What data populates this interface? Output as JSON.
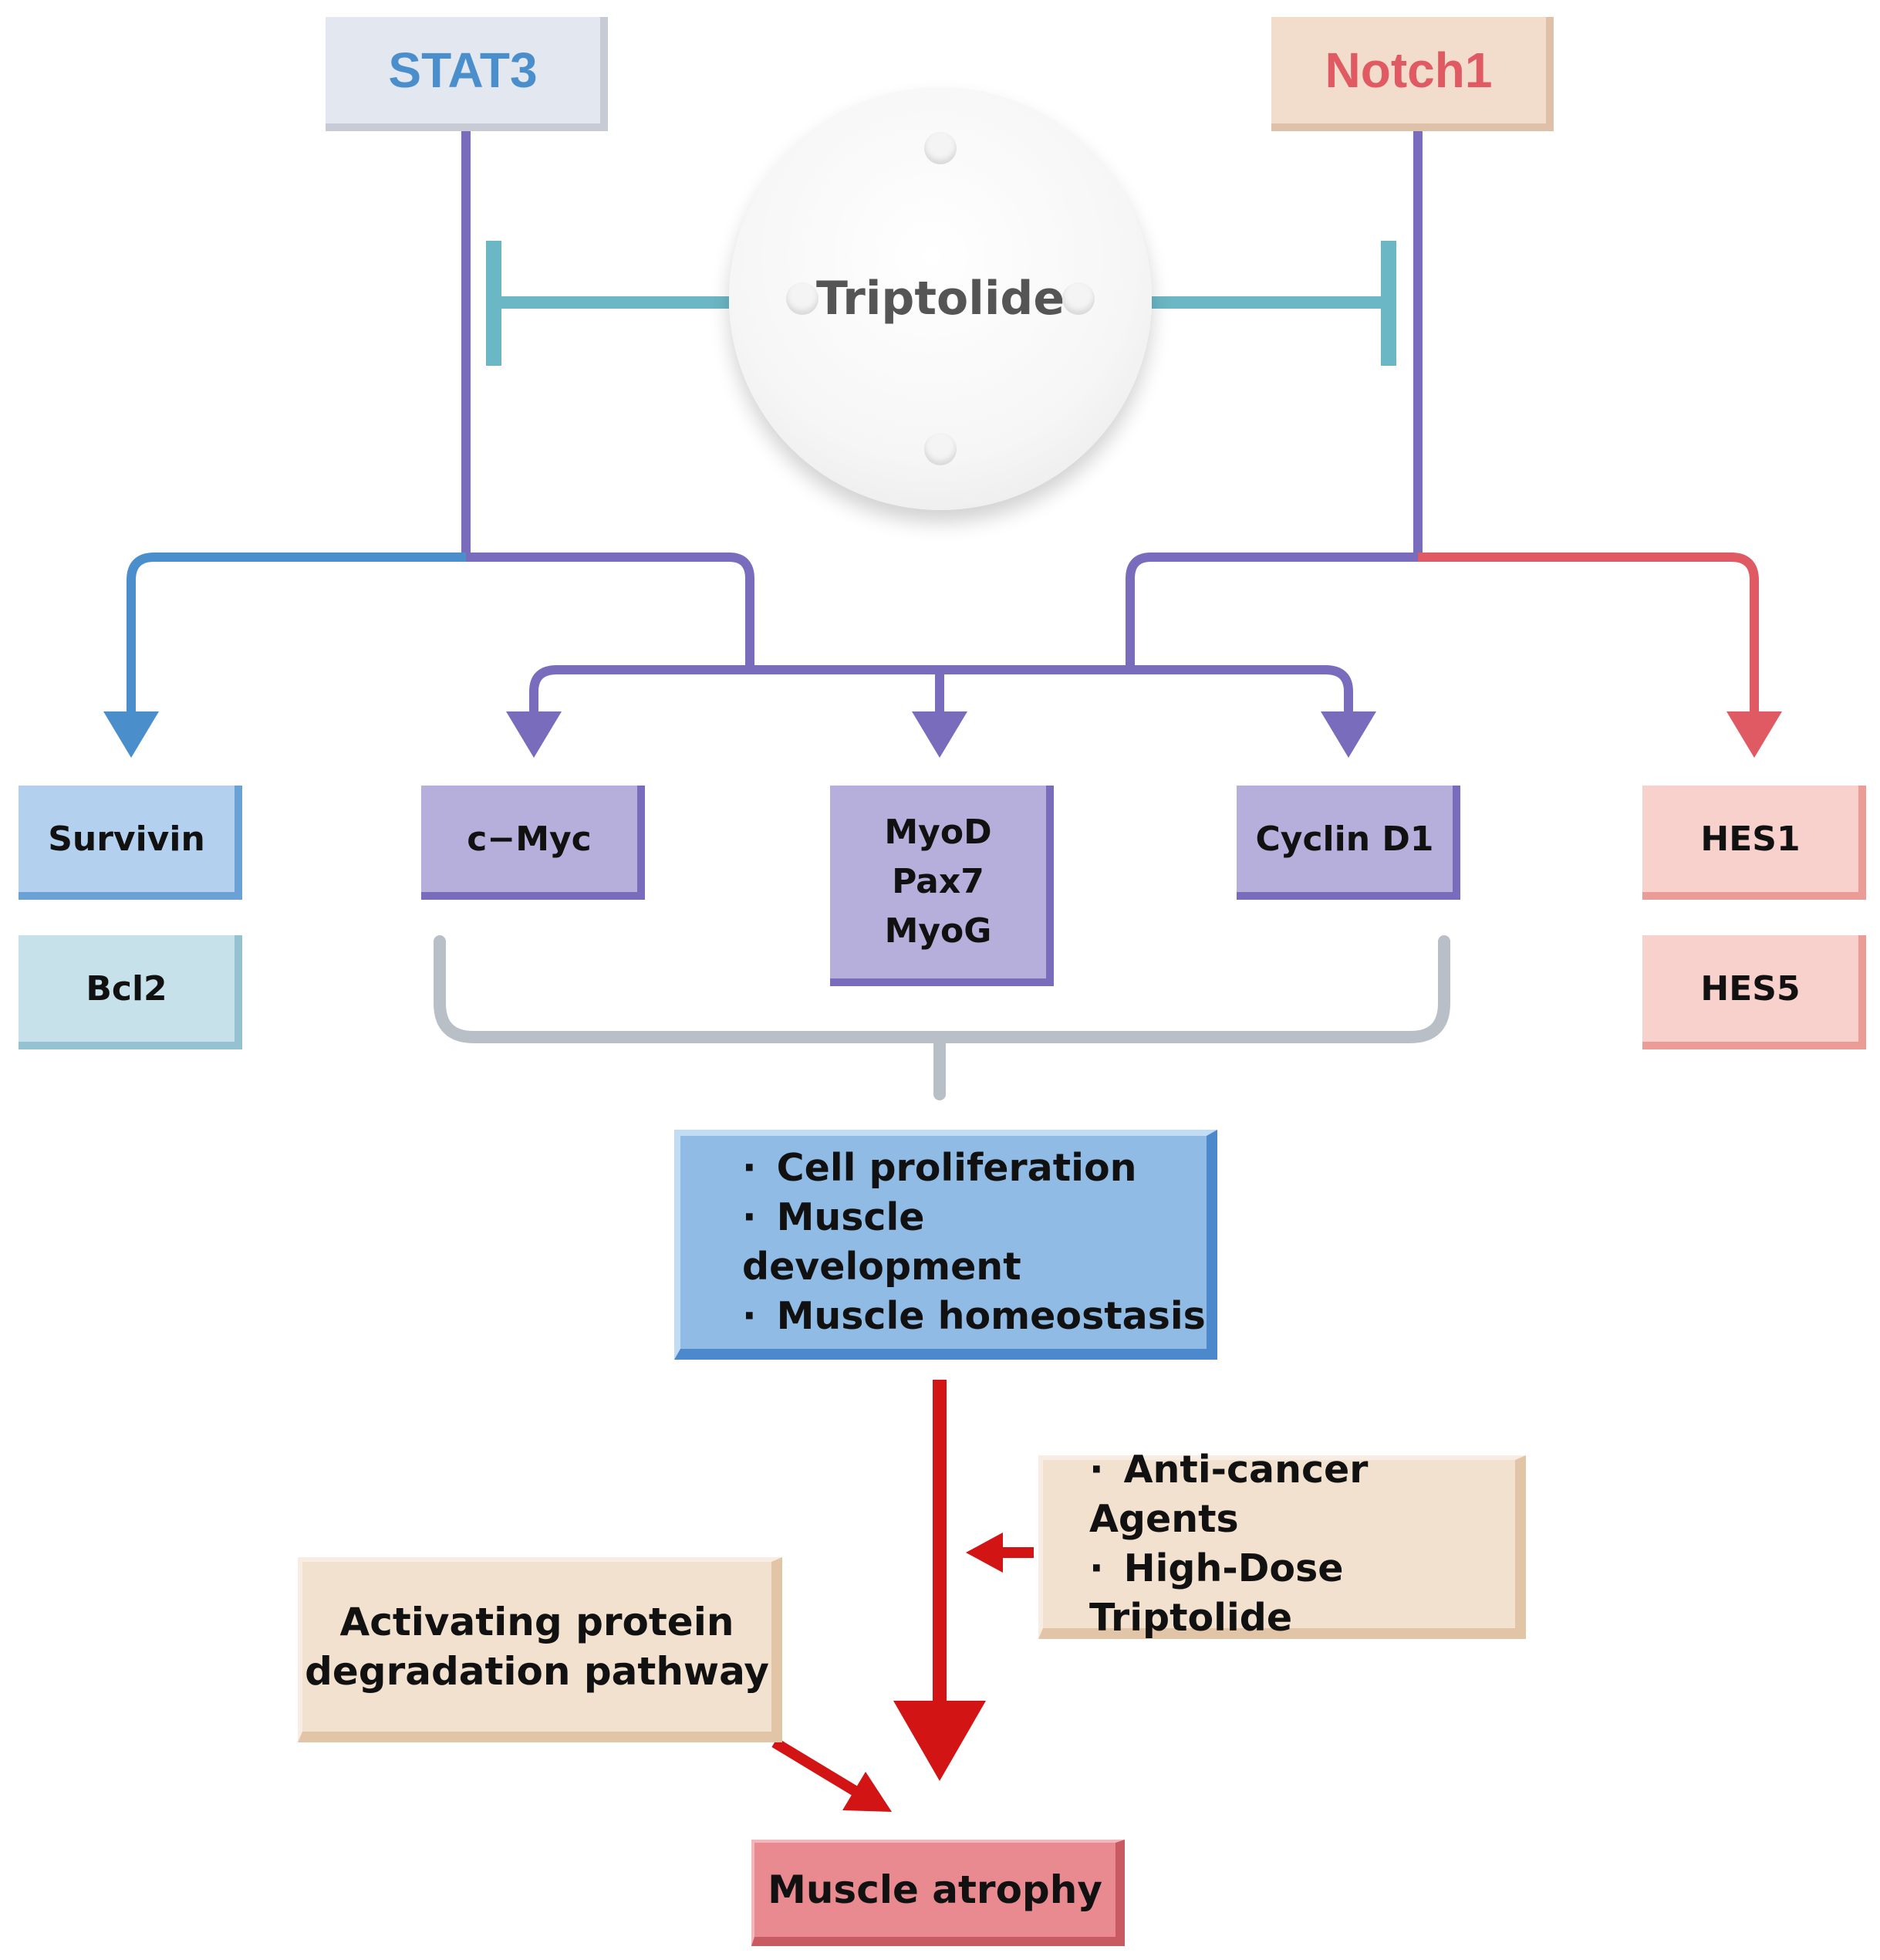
{
  "sources": {
    "stat3": "STAT3",
    "notch1": "Notch1"
  },
  "drug": "Triptolide",
  "targets": {
    "survivin": "Survivin",
    "bcl2": "Bcl2",
    "cmyc": "c−Myc",
    "myogenic": [
      "MyoD",
      "Pax7",
      "MyoG"
    ],
    "cyclin_d1": "Cyclin D1",
    "hes1": "HES1",
    "hes5": "HES5"
  },
  "outcomes": [
    "Cell proliferation",
    "Muscle development",
    "Muscle homeostasis"
  ],
  "inducers": [
    "Anti-cancer Agents",
    "High-Dose Triptolide"
  ],
  "protein_pathway": "Activating protein\ndegradation pathway",
  "result": "Muscle atrophy",
  "colors": {
    "stat3": "#4a8fcc",
    "notch1": "#e05a63",
    "shared": "#7a6cbc",
    "inhibit": "#6cb7c5",
    "bracket": "#b8bfc7",
    "atrophy_arrow": "#d21414"
  }
}
